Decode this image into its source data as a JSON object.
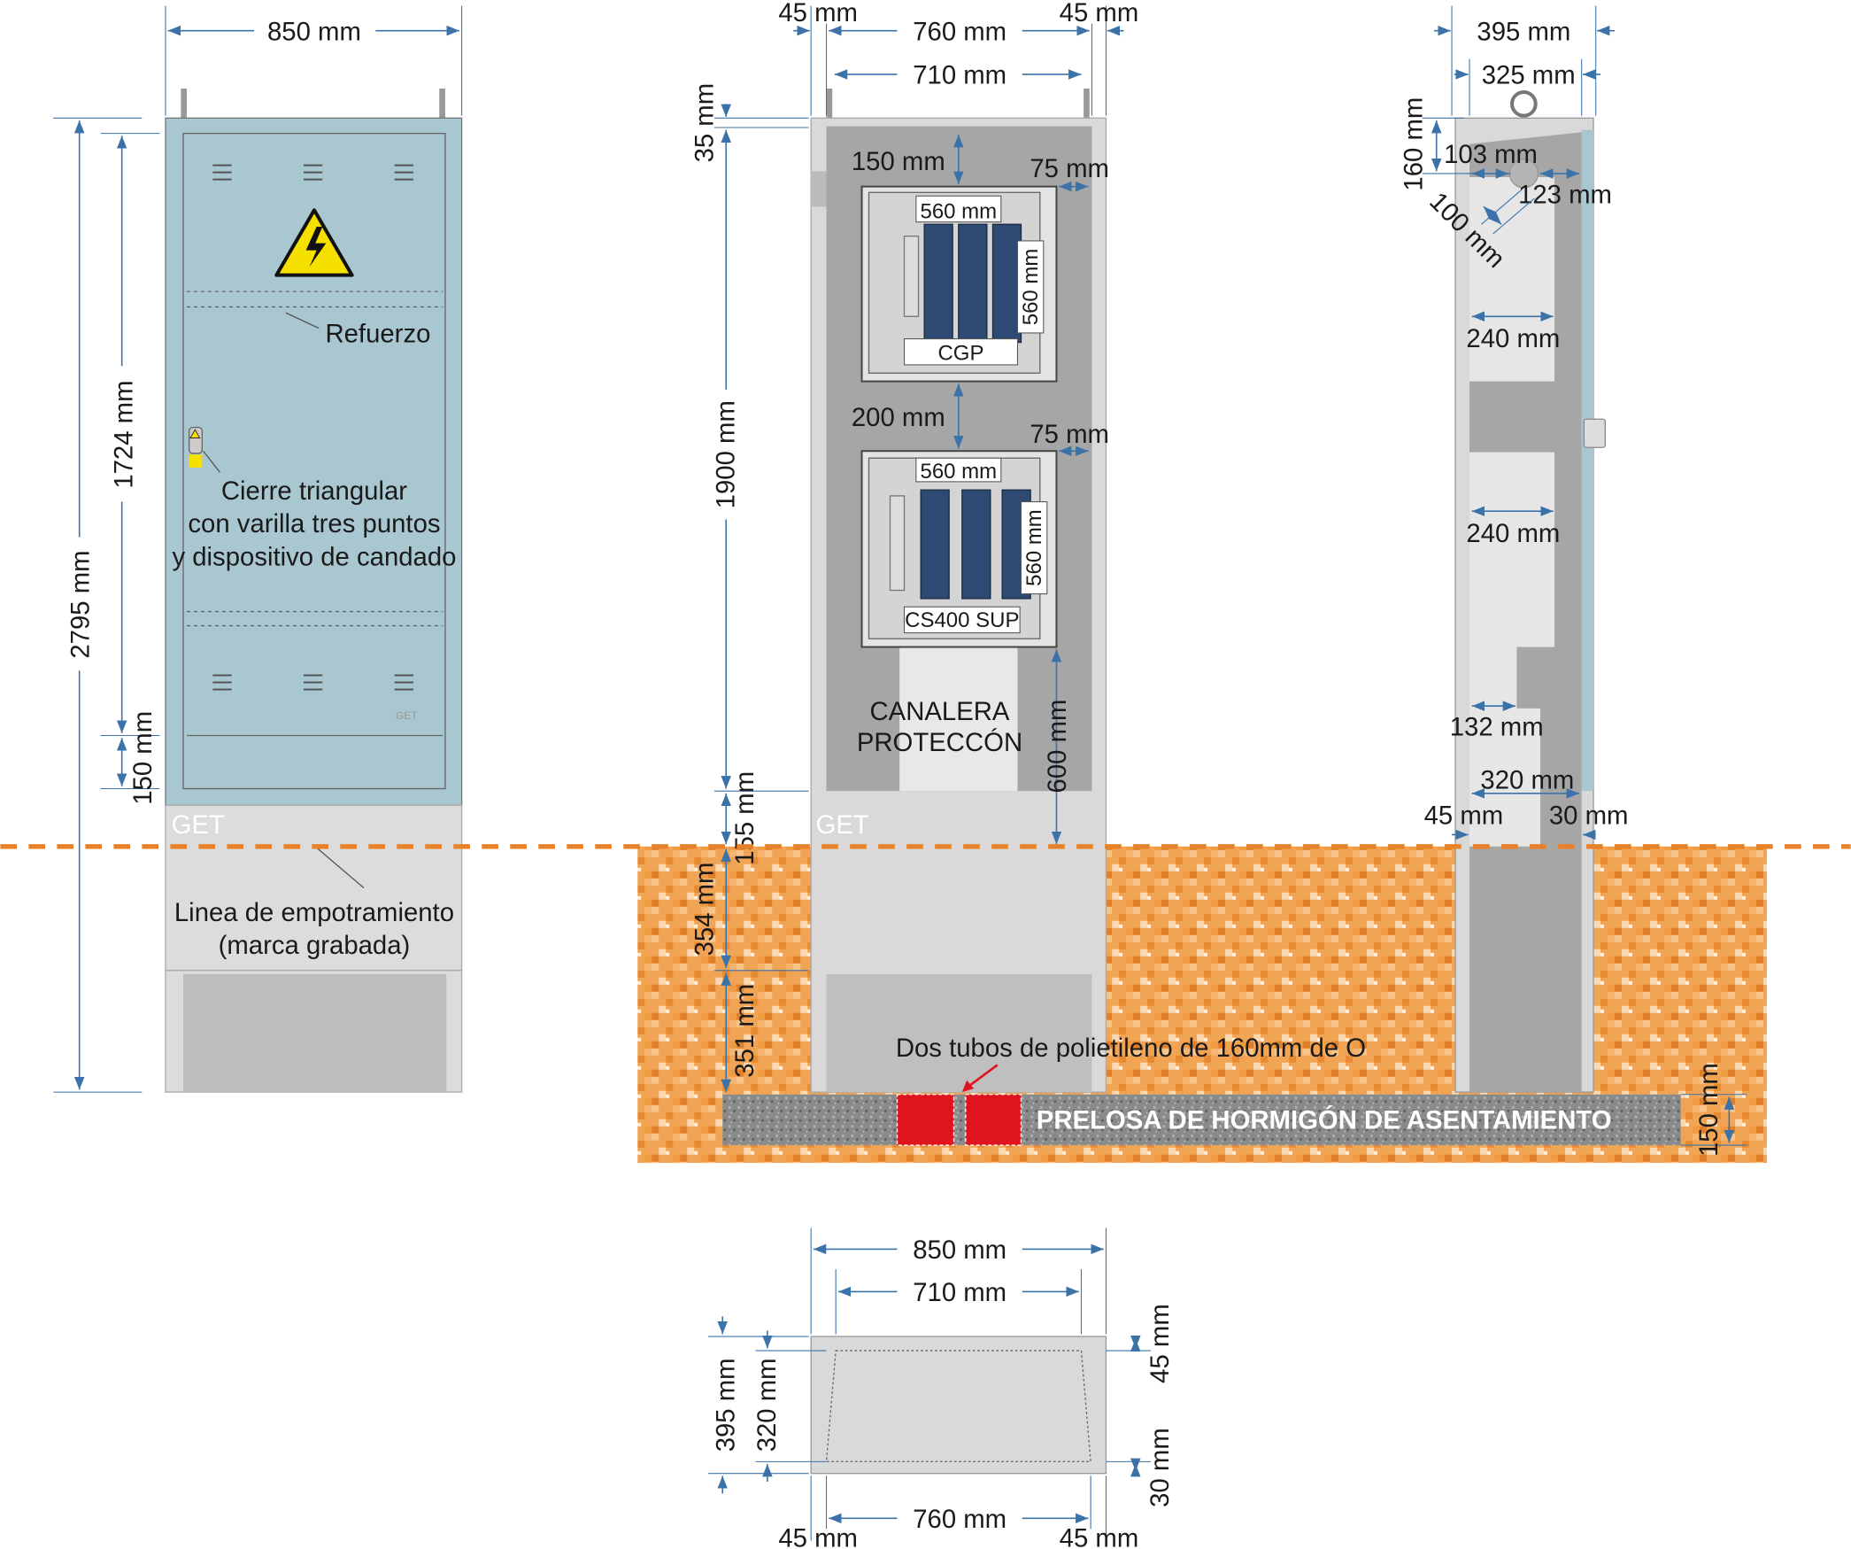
{
  "front_view": {
    "width": "850 mm",
    "total_height": "2795 mm",
    "door_height": "1724 mm",
    "bottom_height": "150 mm",
    "reinforcement_note": "Refuerzo",
    "lock_note": [
      "Cierre triangular",
      "con varilla tres puntos",
      "y dispositivo de candado"
    ],
    "brand_mark": "GET",
    "brand_mark_small": "GET",
    "embed_note": [
      "Linea de empotramiento",
      "(marca grabada)"
    ]
  },
  "inner_view": {
    "left_frame": "45 mm",
    "inner_width": "760 mm",
    "right_frame": "45 mm",
    "panel_width": "710 mm",
    "top_offset": "35 mm",
    "usable_height": "1900 mm",
    "above_ground": "155 mm",
    "below_ground": "354 mm",
    "lower_base": "351 mm",
    "cgp": {
      "top_gap": "150 mm",
      "side_gap": "75 mm",
      "width": "560 mm",
      "height": "560 mm",
      "label": "CGP"
    },
    "cs400": {
      "top_gap": "200 mm",
      "side_gap": "75 mm",
      "width": "560 mm",
      "height": "560 mm",
      "label": "CS400 SUP"
    },
    "channel_label": [
      "CANALERA",
      "PROTECCÓN"
    ],
    "channel_height": "600 mm",
    "brand_mark": "GET",
    "tubes_note": "Dos tubos de polietileno de 160mm de O",
    "slab_label": "PRELOSA DE HORMIGÓN DE ASENTAMIENTO",
    "slab_thickness": "150 mm"
  },
  "side_view": {
    "depth": "395 mm",
    "inner_depth": "325 mm",
    "top_height": "160 mm",
    "hole_left": "103 mm",
    "hole_right": "123 mm",
    "hole_diameter": "100 mm",
    "shelf_upper": "240 mm",
    "shelf_lower": "240 mm",
    "bottom_gap": "132 mm",
    "base_depth": "320 mm",
    "front_wall": "45 mm",
    "back_wall": "30 mm"
  },
  "plan_view": {
    "outer_width": "850 mm",
    "inner_width": "710 mm",
    "depth": "395 mm",
    "inner_depth": "320 mm",
    "back_wall": "45 mm",
    "front_wall": "30 mm",
    "bottom_width": "760 mm",
    "left_wall": "45 mm",
    "right_wall": "45 mm"
  },
  "colors": {
    "dimension": "#3b73a8",
    "door": "#a9c7d0",
    "ground": "#f0a050",
    "embed_line": "#e8822a",
    "tube": "#e0141e"
  }
}
